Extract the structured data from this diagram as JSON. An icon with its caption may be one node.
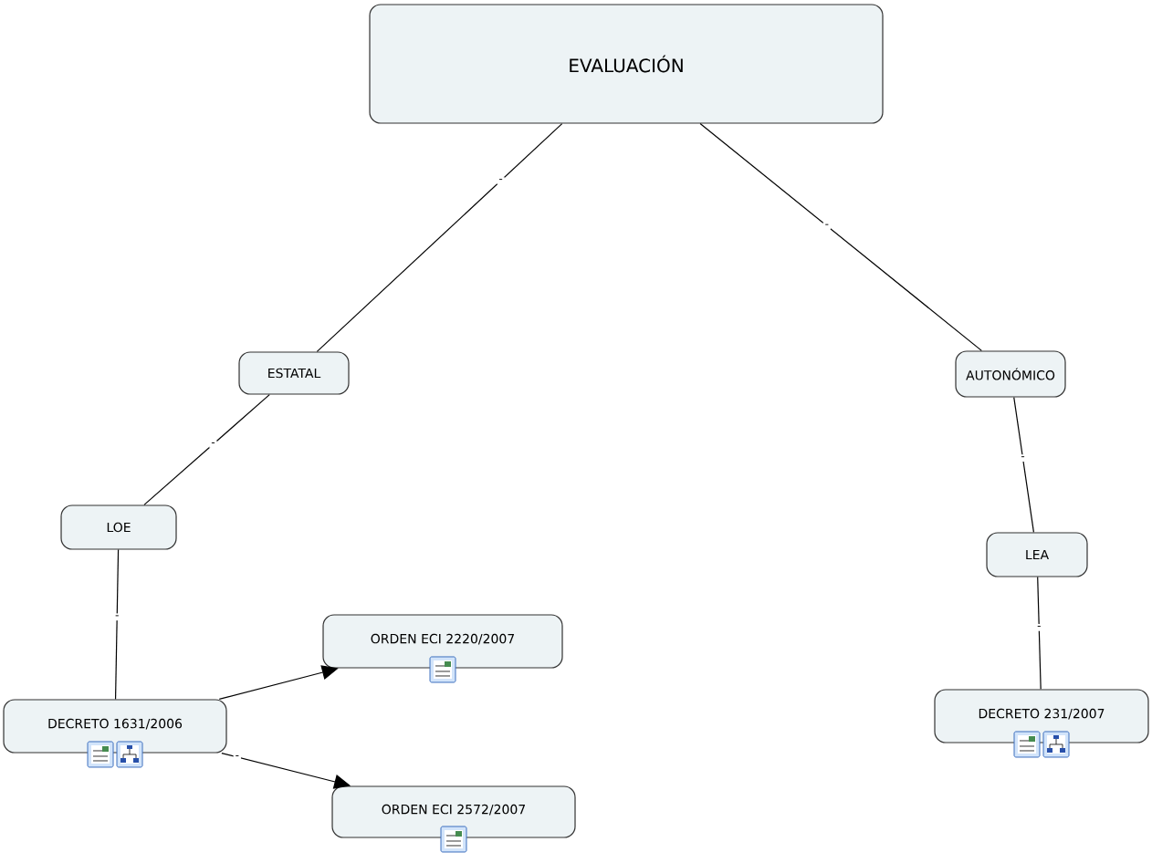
{
  "diagram": {
    "nodes": [
      {
        "text": [
          "EVALUACIÓN"
        ]
      },
      {
        "text": [
          "ESTATAL"
        ]
      },
      {
        "text": [
          "AUTONÓMICO"
        ]
      },
      {
        "text": [
          "LOE"
        ]
      },
      {
        "text": [
          "LEA"
        ]
      },
      {
        "text": [
          "DECRETO 1631/2006"
        ]
      },
      {
        "text": [
          "ORDEN ECI 2220/2007"
        ]
      },
      {
        "text": [
          "ORDEN ECI 2572/2007"
        ]
      },
      {
        "text": [
          "DECRETO 231/2007"
        ]
      }
    ],
    "edges": [
      {
        "from": 0,
        "to": 1,
        "arrow": "none",
        "label": "-"
      },
      {
        "from": 0,
        "to": 2,
        "arrow": "none",
        "label": "-"
      },
      {
        "from": 1,
        "to": 3,
        "arrow": "none",
        "label": "-"
      },
      {
        "from": 3,
        "to": 5,
        "arrow": "none",
        "label": "-"
      },
      {
        "from": 2,
        "to": 4,
        "arrow": "none",
        "label": "-"
      },
      {
        "from": 4,
        "to": 8,
        "arrow": "none",
        "label": "-"
      },
      {
        "from": 5,
        "to": 6,
        "arrow": "to"
      },
      {
        "from": 5,
        "to": 7,
        "arrow": "to",
        "label": "-"
      }
    ]
  }
}
